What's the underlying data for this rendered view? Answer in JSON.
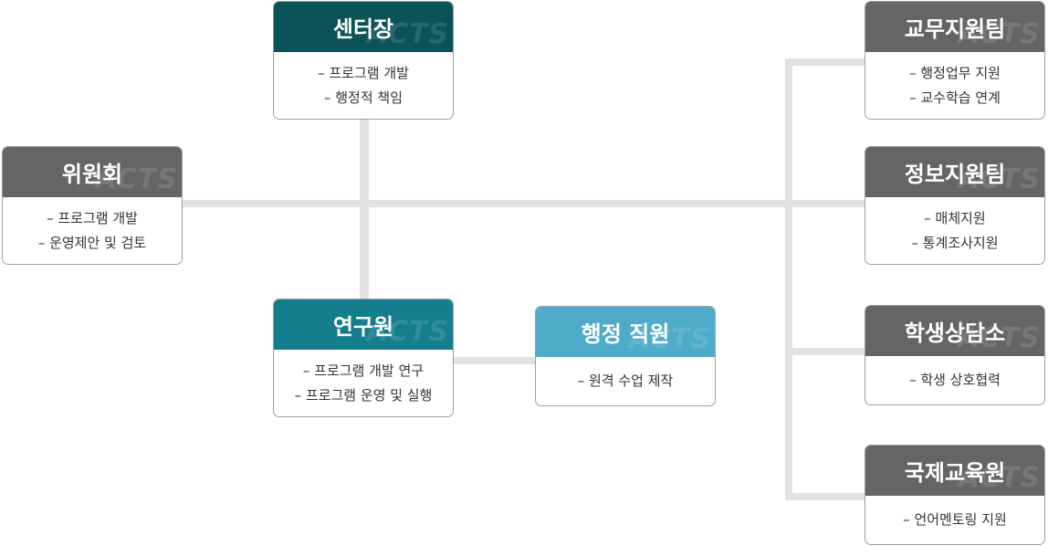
{
  "watermark": "ACTS",
  "colors": {
    "dark_teal": "#0b5259",
    "gray": "#656565",
    "teal": "#147e8e",
    "light_blue": "#4eabc9",
    "connector": "#e2e2e2"
  },
  "nodes": {
    "center_head": {
      "title": "센터장",
      "items": [
        "– 프로그램 개발",
        "– 행정적 책임"
      ]
    },
    "committee": {
      "title": "위원회",
      "items": [
        "– 프로그램 개발",
        "– 운영제안 및 검토"
      ]
    },
    "researcher": {
      "title": "연구원",
      "items": [
        "– 프로그램 개발 연구",
        "– 프로그램 운영 및 실행"
      ]
    },
    "admin_staff": {
      "title": "행정 직원",
      "items": [
        "– 원격 수업 제작"
      ]
    },
    "academic_support": {
      "title": "교무지원팀",
      "items": [
        "– 행정업무 지원",
        "– 교수학습 연계"
      ]
    },
    "info_support": {
      "title": "정보지원팀",
      "items": [
        "– 매체지원",
        "– 통계조사지원"
      ]
    },
    "counseling": {
      "title": "학생상담소",
      "items": [
        "– 학생 상호협력"
      ]
    },
    "international": {
      "title": "국제교육원",
      "items": [
        "– 언어멘토링 지원"
      ]
    }
  }
}
